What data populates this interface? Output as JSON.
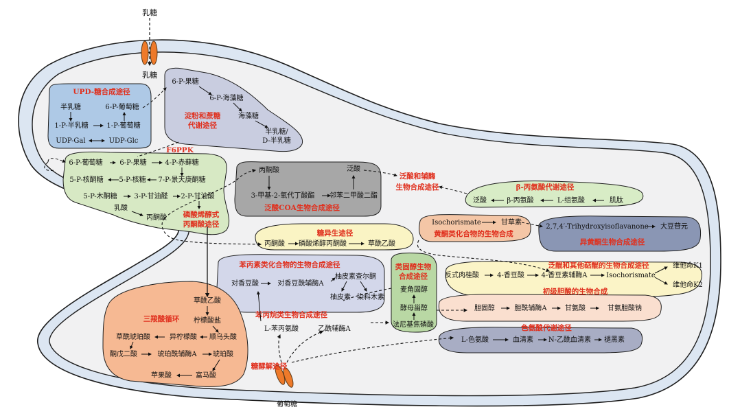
{
  "labels": {
    "lactose_top": "乳糖",
    "lactose_in": "乳糖",
    "glucose_bottom": "葡萄糖"
  },
  "upd": {
    "title": "UPD-糖合成途径",
    "gal": "半乳糖",
    "g6p": "6-P-葡萄糖",
    "gal1p": "1-P-半乳糖",
    "glc1p": "1-P-葡萄糖",
    "udpgal": "UDP-Gal",
    "udpglc": "UDP-Glc"
  },
  "starch": {
    "title1": "淀粉和蔗糖",
    "title2": "代谢途径",
    "f6p": "6-P-果糖",
    "tre6p": "6-P-海藻糖",
    "trehalose": "海藻糖",
    "galactose1": "半乳糖/",
    "galactose2": "D-半乳糖"
  },
  "f6ppk": {
    "title": "F6PPK",
    "g6p": "6-P-葡萄糖",
    "f6p": "6-P-果糖",
    "e4p": "4-P-赤藓糖",
    "ru5p": "5-P-核酮糖",
    "r5p": "5-P-核糖",
    "s7p": "7-P-景天庚酮糖",
    "xu5p": "5-P-木酮糖",
    "g3p": "3-P-甘油醛",
    "pg2": "2-P-甘油酸",
    "lactate": "乳酸",
    "pyruvate": "丙酮酸",
    "pep1": "磷酸烯醇式",
    "pep2": "丙酮酸途径"
  },
  "coa": {
    "title": "泛酸COA生物合成途径",
    "pyruvate": "丙酮酸",
    "pantoate": "泛酸",
    "kiv": "3-甲基-2-氧代丁酸酯",
    "aal": "邻苯二甲酸二酯"
  },
  "pantothenate_title": {
    "l1": "泛酸和辅酶",
    "l2": "生物合成途径"
  },
  "balanine": {
    "title": "β-丙氨酸代谢途径",
    "pantoate": "泛酸",
    "ba": "β-丙氨酸",
    "his": "L-组氨酸",
    "peptide": "肌肽"
  },
  "gluco": {
    "title": "糖异生途径",
    "pyruvate": "丙酮酸",
    "pep": "磷酸烯醇丙酮酸",
    "oaa": "草酰乙酸"
  },
  "flav": {
    "title": "黄酮类化合物的生物合成",
    "isochorismate": "Isochorismate",
    "glycyrrhizin": "甘草素"
  },
  "isoflav": {
    "title": "异黄酮生物合成途径",
    "thi": "2,7,4′-Trihydroxyisoflavanone",
    "daidzein": "大豆苷元"
  },
  "phenylprop": {
    "title": "苯丙素类化合物的生物合成途径",
    "coumaric": "对香豆酸",
    "coumaroyl": "对香豆酰辅酶A",
    "naringenin": "柚皮素查尔酮",
    "naringin": "柚皮素",
    "dye": "染料木素"
  },
  "steroid": {
    "title1": "类固醇生物",
    "title2": "合成途径",
    "ergosterol": "麦角固醇",
    "zymosterol": "酵母甾醇",
    "fpp": "法尼基焦磷酸"
  },
  "ubiq": {
    "title": "泛醌和其他萜醌的生物合成途径",
    "cinnamic": "反式肉桂酸",
    "coumaric": "4-香豆酸",
    "coumaroyl": "4-香豆素辅酶A",
    "isochorismate": "Isochorismate",
    "vk1": "维他命K1",
    "vk2": "维他命K2"
  },
  "bile": {
    "title": "初级胆酸的生物合成",
    "chol": "胆固醇",
    "cholcoa": "胆酰辅酶A",
    "gly": "甘氨酸",
    "glychol": "甘氨胆酸钠"
  },
  "trp": {
    "title": "色氨酸代谢途径",
    "ltrp": "L-色氨酸",
    "serotonin": "血清素",
    "nas": "N-乙酰血清素",
    "melatonin": "褪黑素"
  },
  "phenylalk": {
    "title": "苯丙烷类生物合成途径",
    "lphe": "L-苯丙氨酸"
  },
  "tca": {
    "title": "三羧酸循环",
    "oaa": "草酰乙酸",
    "citrate": "柠檬酸盐",
    "isocit": "异柠檬酸",
    "cisacon": "顺乌头酸",
    "oxsucc": "草酰琥珀酸",
    "akg": "酮戊二酸",
    "succoa": "琥珀酰辅酶A",
    "succ": "琥珀酸",
    "malate": "苹果酸",
    "fumarate": "富马酸"
  },
  "glycolysis": {
    "title": "糖酵解途径",
    "acetylcoa": "乙酰辅酶A"
  },
  "colors": {
    "upd_fill": "#aec9e6",
    "starch_fill": "#c9cde0",
    "f6ppk_fill": "#d7e9c4",
    "coa_fill": "#a7a7a7",
    "balanine_fill": "#d8ecc6",
    "gluco_fill": "#faf4c4",
    "flav_fill": "#f4c6a6",
    "isoflav_fill": "#8a96b4",
    "phenylprop_fill": "#d3d7ea",
    "steroid_fill": "#b9d8a4",
    "ubiq_fill": "#fbf4c7",
    "bile_fill": "#fadfcf",
    "trp_fill": "#a8adc4",
    "tca_fill": "#f6b993",
    "cell_fill": "#f1f1f2",
    "wall_fill": "#dce6f2",
    "title_red": "#e0301e"
  }
}
